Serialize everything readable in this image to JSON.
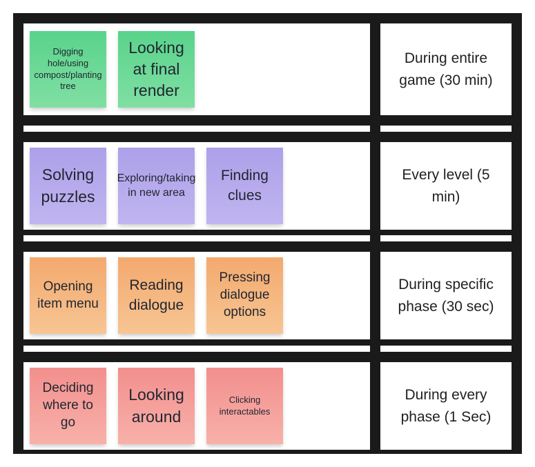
{
  "board": {
    "frame_color": "#1a1a1a",
    "rows": [
      {
        "frequency": "During entire game (30 min)",
        "note_color": "#59d38b",
        "activities": [
          "Digging hole/using compost/planting tree",
          "Looking at final render"
        ]
      },
      {
        "frequency": "Every level (5 min)",
        "note_color": "#b2a6ec",
        "activities": [
          "Solving puzzles",
          "Exploring/taking in new area",
          "Finding clues"
        ]
      },
      {
        "frequency": "During specific phase (30 sec)",
        "note_color": "#f5b179",
        "activities": [
          "Opening item menu",
          "Reading dialogue",
          "Pressing dialogue options"
        ]
      },
      {
        "frequency": "During every phase (1 Sec)",
        "note_color": "#f59d9a",
        "activities": [
          "Deciding where to go",
          "Looking around",
          "Clicking interactables"
        ]
      }
    ]
  }
}
